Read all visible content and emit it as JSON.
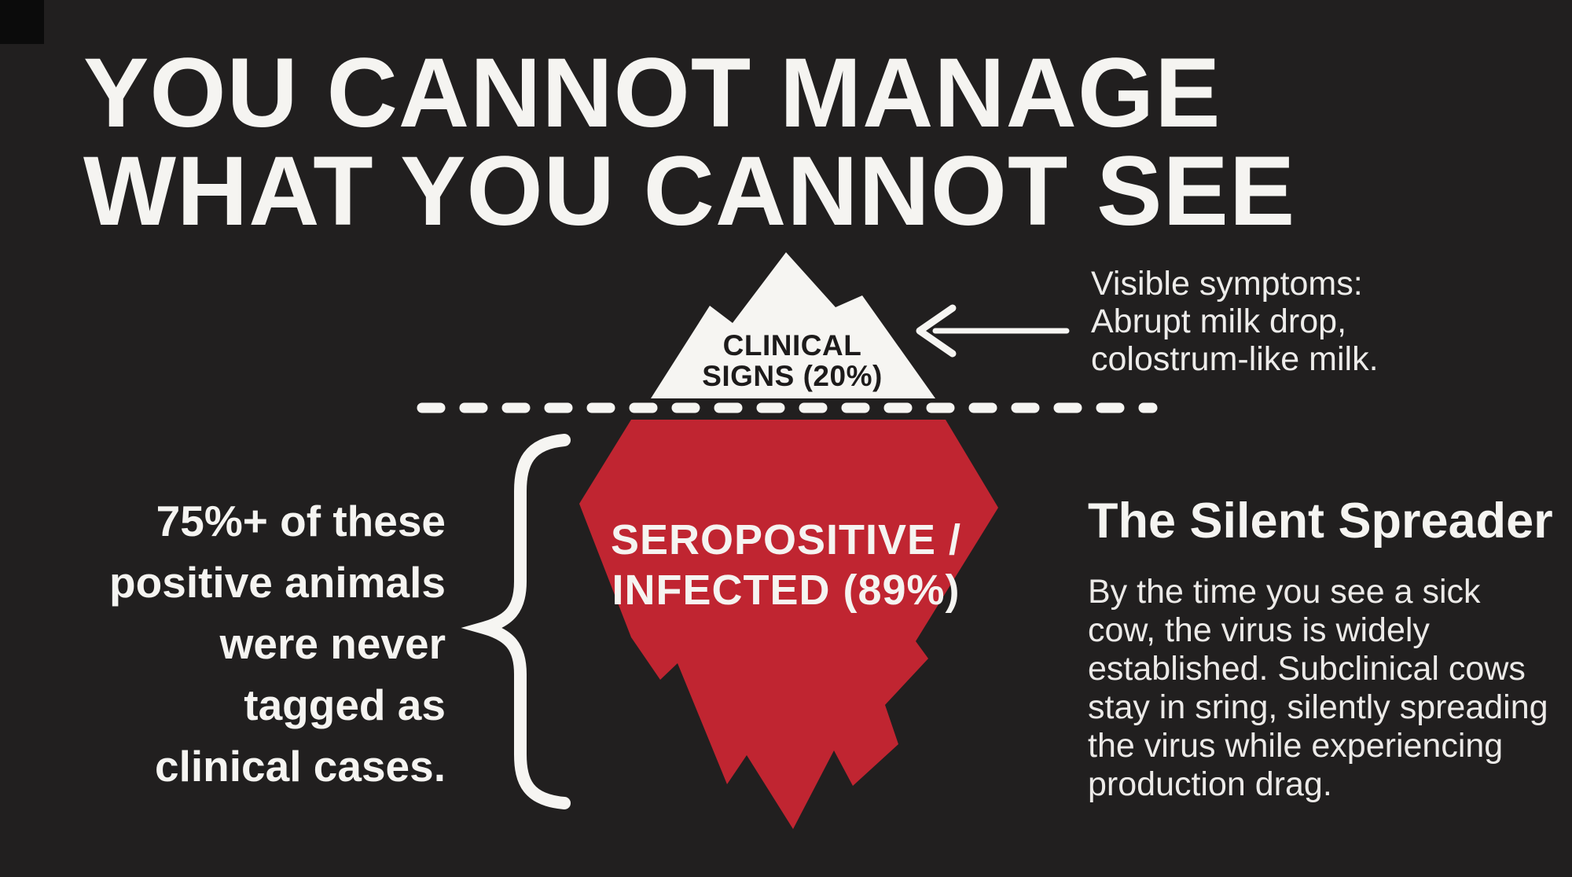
{
  "title": "YOU CANNOT MANAGE\nWHAT YOU CANNOT SEE",
  "iceberg": {
    "tip_label": "CLINICAL\nSIGNS (20%)",
    "body_label": "SEROPOSITIVE /\nINFECTED (89%)"
  },
  "annotations": {
    "visible_symptoms": "Visible symptoms:\nAbrupt milk drop,\ncolostrum-like milk.",
    "left_stat": "75%+ of these\npositive animals\nwere never\ntagged as\nclinical cases.",
    "silent_spreader": {
      "heading": "The Silent Spreader",
      "body": "By the time you see a sick\ncow, the virus is widely\nestablished. Subclinical cows\nstay in sring, silently spreading\nthe virus while experiencing\nproduction drag."
    }
  },
  "colors": {
    "bg": "#211f1f",
    "corner_square": "#0b0b0b",
    "tip_fill": "#f6f5f2",
    "body_fill": "#c02531",
    "text_light": "#f5f4f1",
    "text_dark": "#1d1b1b"
  }
}
